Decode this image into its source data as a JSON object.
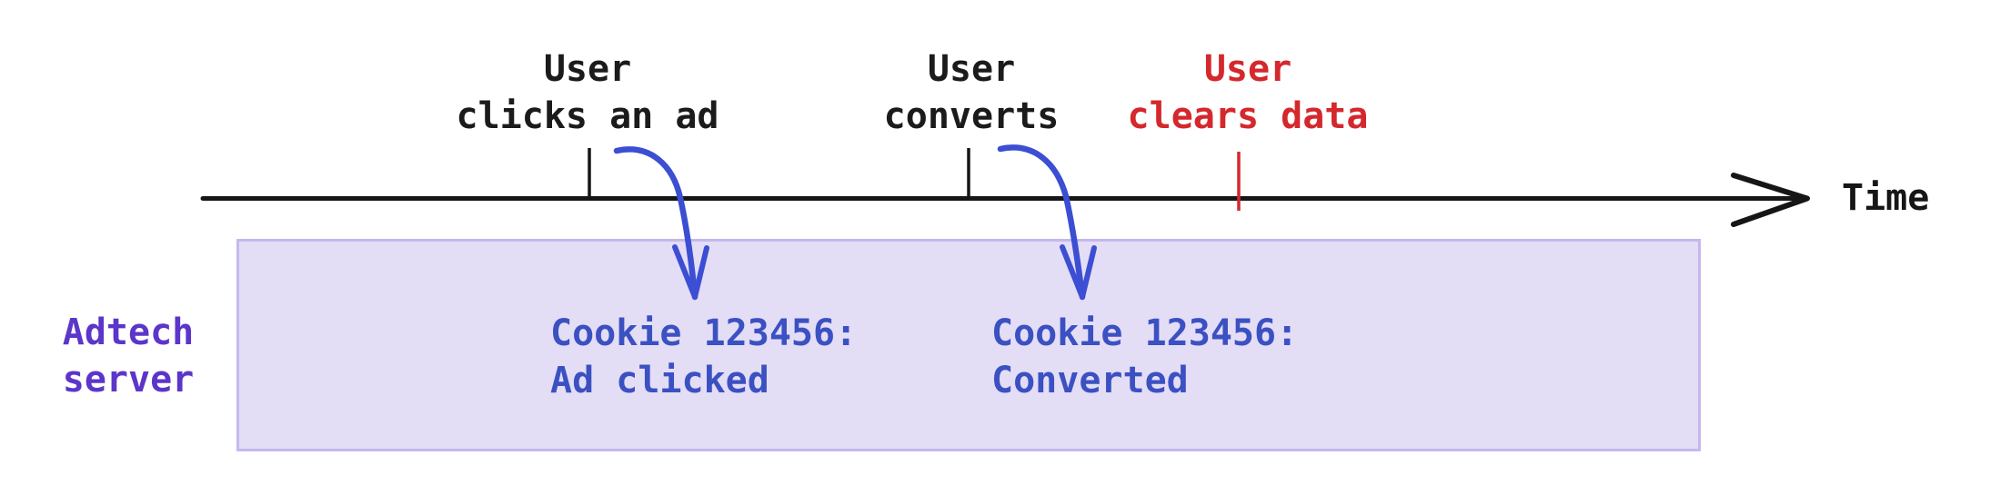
{
  "timeline": {
    "axis_label": "Time",
    "events": [
      {
        "line1": "User",
        "line2": "clicks an ad"
      },
      {
        "line1": "User",
        "line2": "converts"
      },
      {
        "line1": "User",
        "line2": "clears data"
      }
    ]
  },
  "server": {
    "label_line1": "Adtech",
    "label_line2": "server",
    "records": [
      {
        "line1": "Cookie 123456:",
        "line2": "Ad clicked"
      },
      {
        "line1": "Cookie 123456:",
        "line2": "Converted"
      }
    ]
  },
  "colors": {
    "event_text": "#1b1b1b",
    "cleared_event_text": "#d4282c",
    "axis": "#161616",
    "tick": "#161616",
    "cleared_tick": "#d4282c",
    "arrow": "#3c4ed2",
    "record_text": "#3b51c2",
    "server_label_text": "#5c35ca",
    "box_fill": "#e4ddf6",
    "box_border": "#c5b8ee"
  }
}
